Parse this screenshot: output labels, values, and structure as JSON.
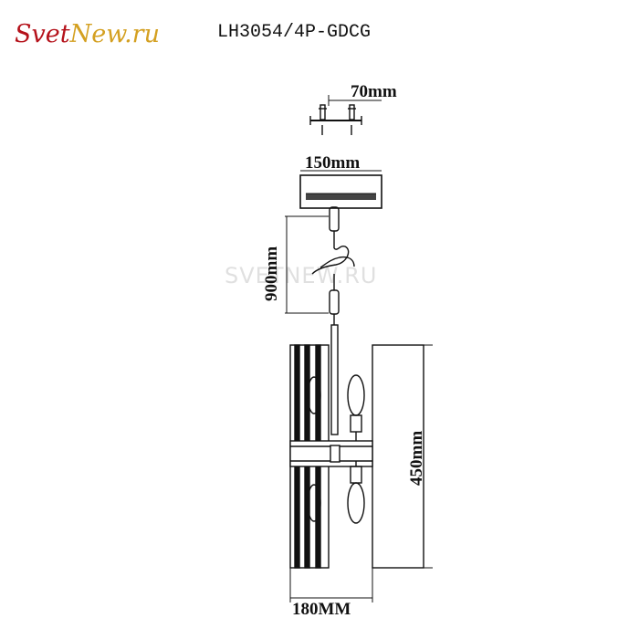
{
  "brand": {
    "logo_text": "SvetNew.ru",
    "logo_color_primary": "#b5121b",
    "logo_color_accent": "#d4a021"
  },
  "model": "LH3054/4P-GDCG",
  "watermark": "SVETNEW.RU",
  "dimensions": {
    "canopy_mount": "70mm",
    "canopy_width": "150mm",
    "suspension_length": "900mm",
    "height": "450mm",
    "width": "180MM"
  }
}
